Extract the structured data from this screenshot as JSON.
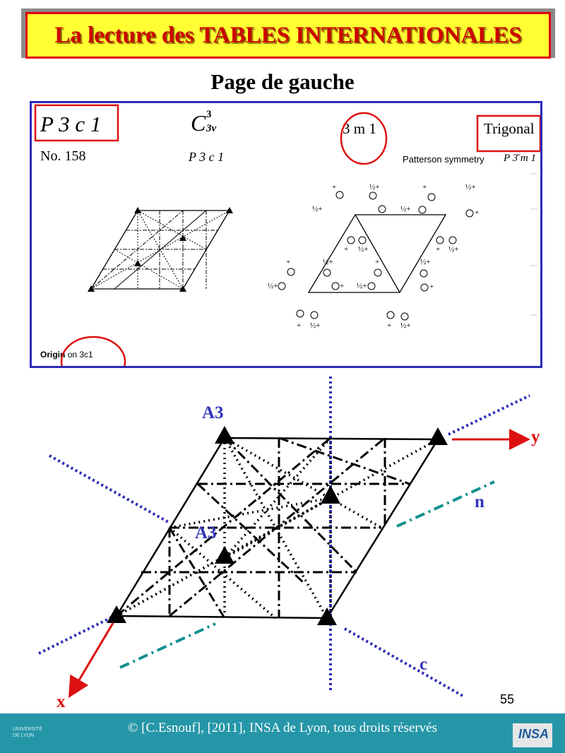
{
  "title": "La lecture des TABLES INTERNATIONALES",
  "subtitle": "Page de gauche",
  "table": {
    "symbol": "P 3 c 1",
    "schoenflies_main": "C",
    "schoenflies_sup": "3",
    "schoenflies_sub": "3v",
    "point_group": "3 m 1",
    "crystal_system": "Trigonal",
    "number": "No. 158",
    "full_symbol": "P 3 c 1",
    "patterson_label": "Patterson symmetry",
    "patterson_symbol": "P 3̄ m 1",
    "origin_label": "Origin",
    "origin_text": "on 3c1"
  },
  "diagram_labels": {
    "a3_top": "A3",
    "a3_mid": "A3",
    "y_axis": "y",
    "x_axis": "x",
    "n_glide": "n",
    "c_glide": "c"
  },
  "page_number": "55",
  "footer": {
    "copyright": "© [C.Esnouf], [2011], INSA de Lyon, tous droits réservés",
    "logo_left_line1": "UNIVERSITÉ",
    "logo_left_line2": "DE LYON",
    "logo_right": "INSA"
  },
  "colors": {
    "title_red": "#cc0000",
    "title_yellow": "#ffff33",
    "border_blue": "#2a2ab8",
    "label_blue": "#3333bb",
    "axis_red": "#dd1111",
    "teal": "#139090",
    "footer_teal": "#2596a8"
  }
}
